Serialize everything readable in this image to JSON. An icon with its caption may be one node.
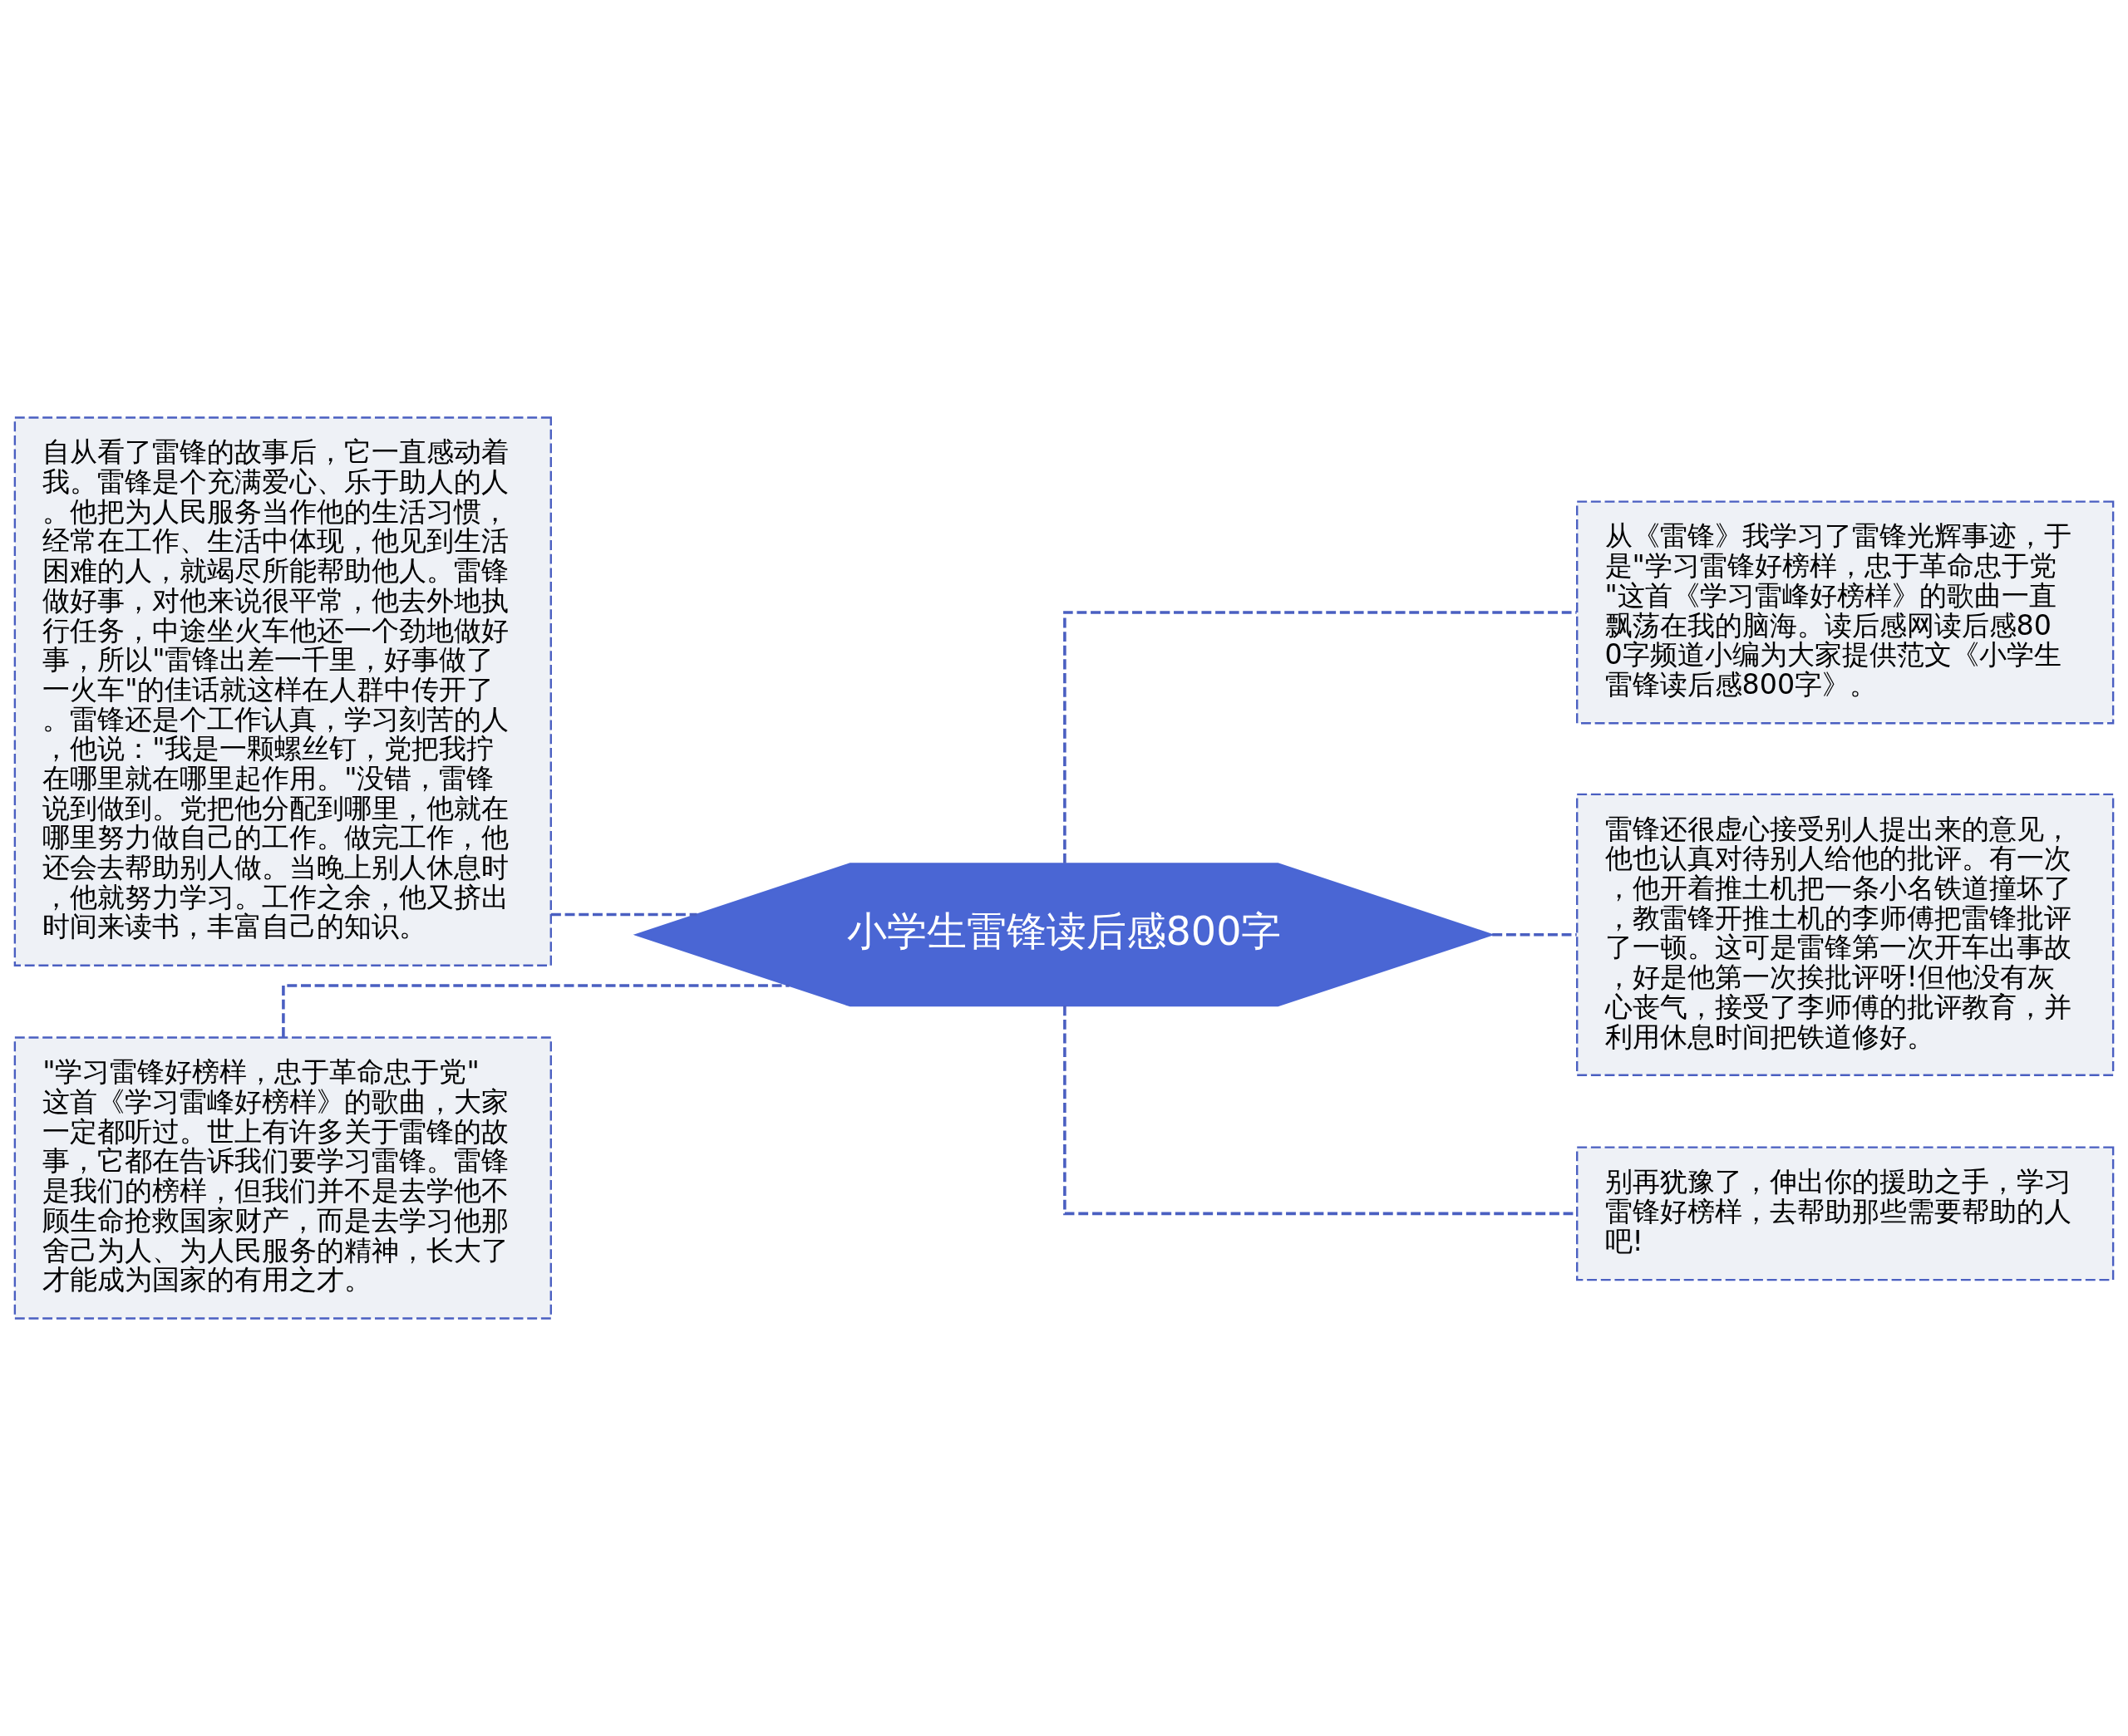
{
  "diagram": {
    "nodes": [
      {
        "text": [
          "小学生雷锋读后感800字"
        ]
      },
      {
        "text": [
          "自从看了雷锋的故事后，它一直感动着我。雷锋是个充满爱心、乐于助人的人。他把为人民服务当作他的生活习惯，经常在工作、生活中体现，他见到生活困难的人，就竭尽所能帮助他人。雷锋做好事，对他来说很平常，他去外地执行任务，中途坐火车他还一个劲地做好事，所以\"雷锋出差一千里，好事做了一火车\"的佳话就这样在人群中传开了。雷锋还是个工作认真，学习刻苦的人，他说：\"我是一颗螺丝钉，党把我拧在哪里就在哪里起作用。\"没错，雷锋说到做到。党把他分配到哪里，他就在哪里努力做自己的工作。做完工作，他还会去帮助别人做。当晚上别人休息时，他就努力学习。工作之余，他又挤出时间来读书，丰富自己的知识。"
        ]
      },
      {
        "text": [
          "\"学习雷锋好榜样，忠于革命忠于党\"这首《学习雷峰好榜样》的歌曲，大家一定都听过。世上有许多关于雷锋的故事，它都在告诉我们要学习雷锋。雷锋是我们的榜样，但我们并不是去学他不顾生命抢救国家财产，而是去学习他那舍己为人、为人民服务的精神，长大了才能成为国家的有用之才。"
        ]
      },
      {
        "text": [
          "从《雷锋》我学习了雷锋光辉事迹，于是\"学习雷锋好榜样，忠于革命忠于党\"这首《学习雷峰好榜样》的歌曲一直飘荡在我的脑海。读后感网读后感800字频道小编为大家提供范文《小学生雷锋读后感800字》。"
        ]
      },
      {
        "text": [
          "雷锋还很虚心接受别人提出来的意见，他也认真对待别人给他的批评。有一次，他开着推土机把一条小名铁道撞坏了，教雷锋开推土机的李师傅把雷锋批评了一顿。这可是雷锋第一次开车出事故，好是他第一次挨批评呀!但他没有灰心丧气，接受了李师傅的批评教育，并利用休息时间把铁道修好。"
        ]
      },
      {
        "text": [
          "别再犹豫了，伸出你的援助之手，学习雷锋好榜样，去帮助那些需要帮助的人吧!"
        ]
      }
    ],
    "edges": [
      {
        "from": 0,
        "to": 1,
        "arrow": "none",
        "style": "dashed"
      },
      {
        "from": 0,
        "to": 2,
        "arrow": "none",
        "style": "dashed"
      },
      {
        "from": 0,
        "to": 3,
        "arrow": "none",
        "style": "dashed"
      },
      {
        "from": 0,
        "to": 4,
        "arrow": "none",
        "style": "dashed"
      },
      {
        "from": 0,
        "to": 5,
        "arrow": "none",
        "style": "dashed"
      }
    ]
  }
}
